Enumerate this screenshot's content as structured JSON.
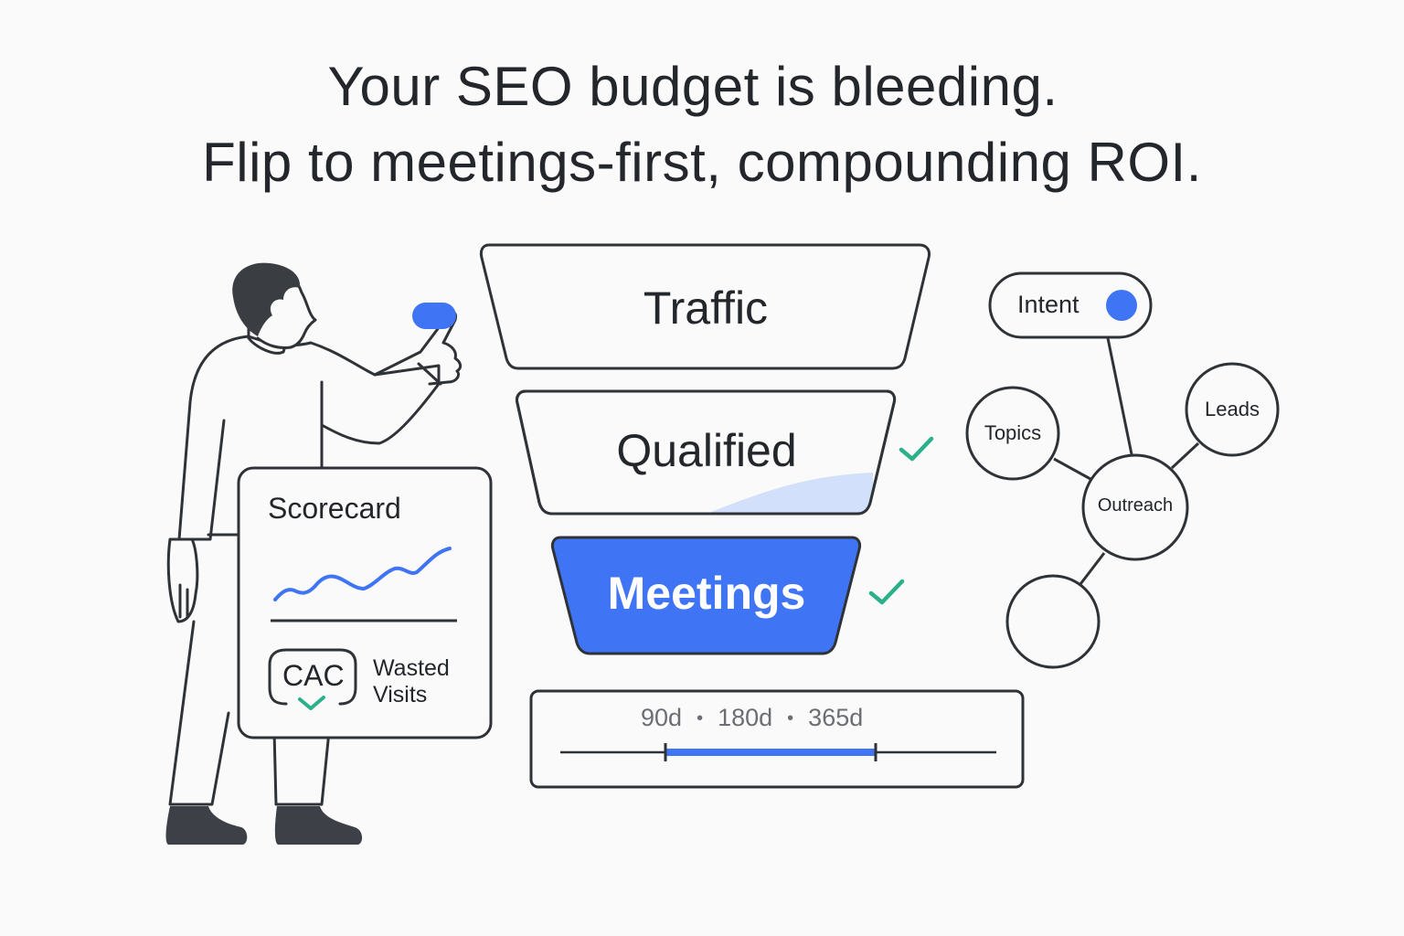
{
  "headline": {
    "line1": "Your SEO budget is bleeding.",
    "line2": "Flip to meetings-first, compounding ROI."
  },
  "funnel": {
    "stages": [
      {
        "label": "Traffic",
        "highlighted": false,
        "checked": false
      },
      {
        "label": "Qualified",
        "highlighted": false,
        "checked": true
      },
      {
        "label": "Meetings",
        "highlighted": true,
        "checked": true
      }
    ]
  },
  "scorecard": {
    "title": "Scorecard",
    "badge": "CAC",
    "note_line1": "Wasted",
    "note_line2": "Visits"
  },
  "timeline": {
    "options": [
      "90d",
      "180d",
      "365d"
    ],
    "separator": "•",
    "selected_range": [
      "90d",
      "365d"
    ]
  },
  "network": {
    "pill": "Intent",
    "hub": "Outreach",
    "nodes": [
      "Topics",
      "Leads",
      ""
    ]
  },
  "colors": {
    "accent": "#3f74f5",
    "check": "#2bb08a",
    "stroke": "#2f3337",
    "light_fill": "#d2e0fb",
    "background": "#fafafa"
  }
}
